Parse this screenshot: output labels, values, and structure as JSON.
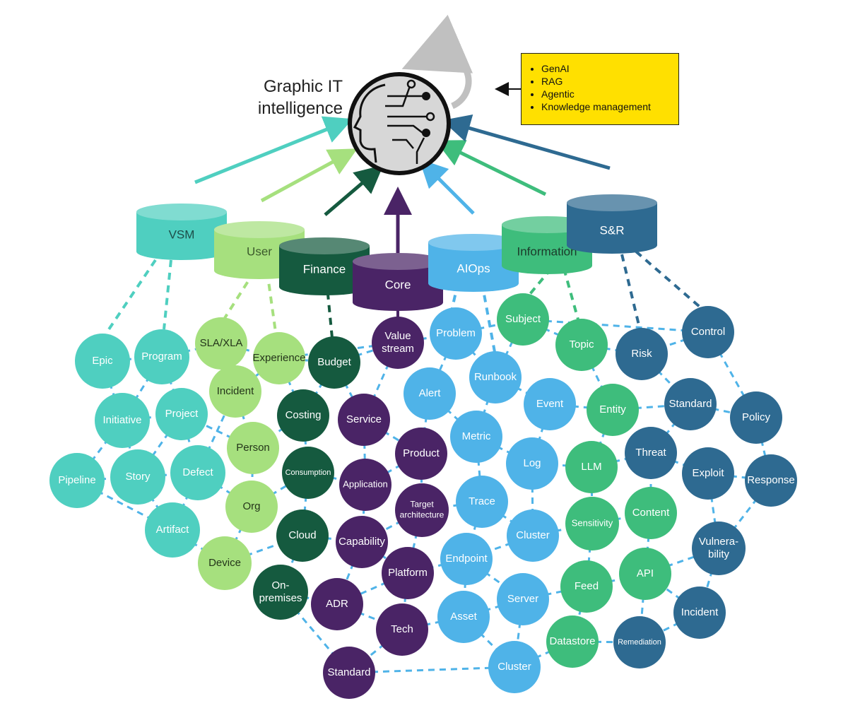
{
  "title": {
    "line1": "Graphic IT",
    "line2": "intelligence"
  },
  "callout": {
    "items": [
      "GenAI",
      "RAG",
      "Agentic",
      "Knowledge management"
    ]
  },
  "colors": {
    "vsm": "#4fcfc0",
    "user": "#a6e07e",
    "finance": "#155a3f",
    "core": "#4a2466",
    "aiops": "#4fb3e8",
    "information": "#3ebd7c",
    "sr": "#2e6a91",
    "dash": "#4fb3e8",
    "loop": "#c0c0c0",
    "callout": "#ffe000"
  },
  "databases": [
    {
      "key": "vsm",
      "label": "VSM"
    },
    {
      "key": "user",
      "label": "User"
    },
    {
      "key": "finance",
      "label": "Finance"
    },
    {
      "key": "core",
      "label": "Core"
    },
    {
      "key": "aiops",
      "label": "AIOps"
    },
    {
      "key": "information",
      "label": "Information"
    },
    {
      "key": "sr",
      "label": "S&R"
    }
  ],
  "nodes": [
    {
      "label": "Epic",
      "group": "vsm"
    },
    {
      "label": "Program",
      "group": "vsm"
    },
    {
      "label": "Initiative",
      "group": "vsm"
    },
    {
      "label": "Project",
      "group": "vsm"
    },
    {
      "label": "Pipeline",
      "group": "vsm"
    },
    {
      "label": "Story",
      "group": "vsm"
    },
    {
      "label": "Defect",
      "group": "vsm"
    },
    {
      "label": "Artifact",
      "group": "vsm"
    },
    {
      "label": "SLA/XLA",
      "group": "user"
    },
    {
      "label": "Experience",
      "group": "user"
    },
    {
      "label": "Incident",
      "group": "user"
    },
    {
      "label": "Person",
      "group": "user"
    },
    {
      "label": "Org",
      "group": "user"
    },
    {
      "label": "Device",
      "group": "user"
    },
    {
      "label": "Budget",
      "group": "finance"
    },
    {
      "label": "Costing",
      "group": "finance"
    },
    {
      "label": "Consumption",
      "group": "finance"
    },
    {
      "label": "Cloud",
      "group": "finance"
    },
    {
      "label": "On-\npremises",
      "group": "finance"
    },
    {
      "label": "Value\nstream",
      "group": "core"
    },
    {
      "label": "Service",
      "group": "core"
    },
    {
      "label": "Product",
      "group": "core"
    },
    {
      "label": "Application",
      "group": "core"
    },
    {
      "label": "Target\narchitecture",
      "group": "core"
    },
    {
      "label": "Capability",
      "group": "core"
    },
    {
      "label": "Platform",
      "group": "core"
    },
    {
      "label": "ADR",
      "group": "core"
    },
    {
      "label": "Tech",
      "group": "core"
    },
    {
      "label": "Standard",
      "group": "core"
    },
    {
      "label": "Problem",
      "group": "aiops"
    },
    {
      "label": "Alert",
      "group": "aiops"
    },
    {
      "label": "Runbook",
      "group": "aiops"
    },
    {
      "label": "Metric",
      "group": "aiops"
    },
    {
      "label": "Event",
      "group": "aiops"
    },
    {
      "label": "Log",
      "group": "aiops"
    },
    {
      "label": "Trace",
      "group": "aiops"
    },
    {
      "label": "Cluster",
      "group": "aiops"
    },
    {
      "label": "Endpoint",
      "group": "aiops"
    },
    {
      "label": "Server",
      "group": "aiops"
    },
    {
      "label": "Asset",
      "group": "aiops"
    },
    {
      "label": "Cluster",
      "group": "aiops"
    },
    {
      "label": "Subject",
      "group": "information"
    },
    {
      "label": "Topic",
      "group": "information"
    },
    {
      "label": "Entity",
      "group": "information"
    },
    {
      "label": "LLM",
      "group": "information"
    },
    {
      "label": "Sensitivity",
      "group": "information"
    },
    {
      "label": "Content",
      "group": "information"
    },
    {
      "label": "Feed",
      "group": "information"
    },
    {
      "label": "API",
      "group": "information"
    },
    {
      "label": "Datastore",
      "group": "information"
    },
    {
      "label": "Control",
      "group": "sr"
    },
    {
      "label": "Risk",
      "group": "sr"
    },
    {
      "label": "Standard",
      "group": "sr"
    },
    {
      "label": "Policy",
      "group": "sr"
    },
    {
      "label": "Threat",
      "group": "sr"
    },
    {
      "label": "Exploit",
      "group": "sr"
    },
    {
      "label": "Response",
      "group": "sr"
    },
    {
      "label": "Vulnera-\nbility",
      "group": "sr"
    },
    {
      "label": "Incident",
      "group": "sr"
    },
    {
      "label": "Remediation",
      "group": "sr"
    }
  ]
}
